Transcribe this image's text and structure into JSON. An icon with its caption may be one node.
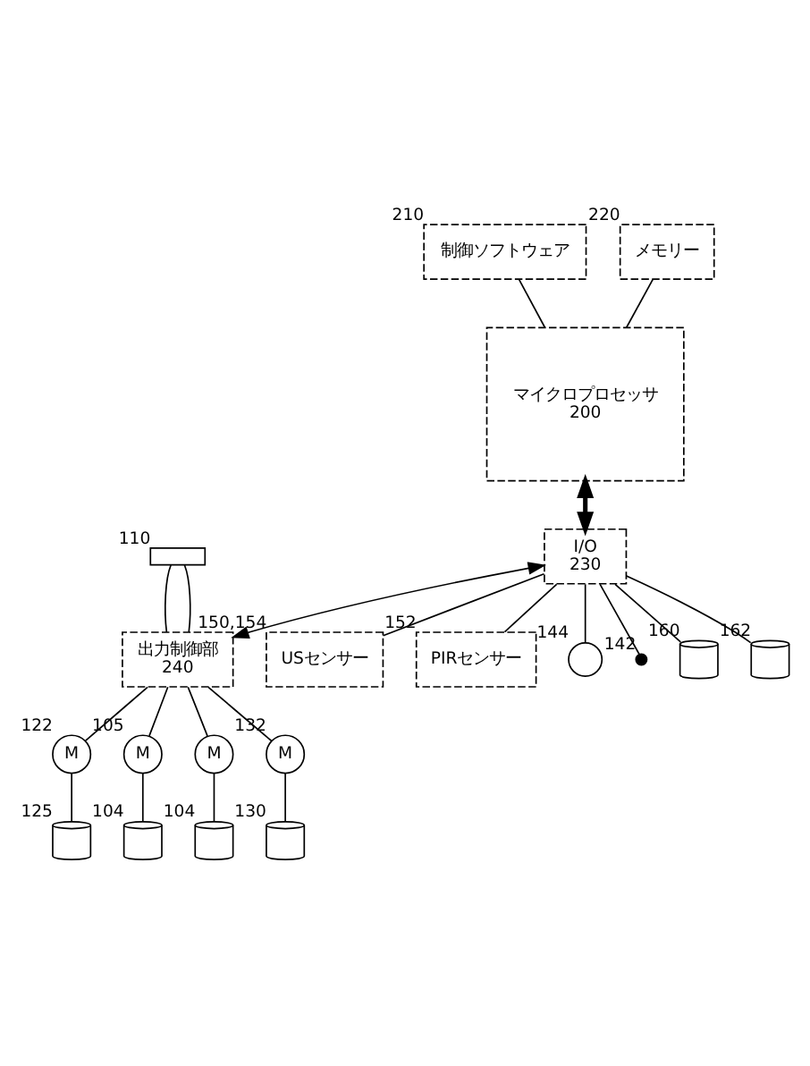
{
  "diagram": {
    "nodes": [
      {
        "text": [
          "制御ソフトウェア"
        ],
        "beside": [
          "210"
        ]
      },
      {
        "text": [
          "メモリー"
        ],
        "beside": [
          "220"
        ]
      },
      {
        "text": [
          "マイクロプロセッサ",
          "200"
        ]
      },
      {
        "text": [
          "I/O",
          "230"
        ]
      },
      {
        "text": [
          "出力制御部",
          "240"
        ]
      },
      {
        "text": [],
        "shape": "battery",
        "beside": [
          "110"
        ]
      },
      {
        "text": [
          "USセンサー"
        ],
        "beside": [
          "150,154"
        ]
      },
      {
        "text": [
          "PIRセンサー"
        ],
        "beside": [
          "152"
        ]
      },
      {
        "text": [],
        "shape": "circle",
        "beside": [
          "144"
        ]
      },
      {
        "text": [],
        "shape": "switch",
        "beside": [
          "142"
        ]
      },
      {
        "text": [],
        "shape": "picture",
        "beside": [
          "160"
        ]
      },
      {
        "text": [],
        "shape": "picture",
        "beside": [
          "162"
        ]
      },
      {
        "text": [
          "M"
        ],
        "beside": [
          "122"
        ]
      },
      {
        "text": [
          "M"
        ],
        "beside": [
          "105"
        ]
      },
      {
        "text": [
          "M"
        ]
      },
      {
        "text": [
          "M"
        ],
        "beside": [
          "132"
        ]
      },
      {
        "text": [],
        "shape": "picture",
        "beside": [
          "125"
        ]
      },
      {
        "text": [],
        "shape": "picture",
        "beside": [
          "104"
        ]
      },
      {
        "text": [],
        "shape": "picture",
        "beside": [
          "104"
        ]
      },
      {
        "text": [],
        "shape": "picture",
        "beside": [
          "130"
        ]
      }
    ],
    "edges": [
      {
        "from": 0,
        "to": 2,
        "arrow": "none"
      },
      {
        "from": 1,
        "to": 2,
        "arrow": "none"
      },
      {
        "from": 2,
        "to": 3,
        "arrow": "both",
        "style": "thick"
      },
      {
        "from": 3,
        "to": 4,
        "arrow": "both"
      },
      {
        "from": 5,
        "to": 4,
        "arrow": "none"
      },
      {
        "from": 5,
        "to": 4,
        "arrow": "none"
      },
      {
        "from": 3,
        "to": 8,
        "arrow": "none"
      },
      {
        "from": 3,
        "to": 9,
        "arrow": "none"
      },
      {
        "from": 3,
        "to": 10,
        "arrow": "none"
      },
      {
        "from": 3,
        "to": 11,
        "arrow": "none"
      },
      {
        "from": 3,
        "to": 7,
        "arrow": "none"
      },
      {
        "from": 3,
        "to": 6,
        "arrow": "none"
      },
      {
        "from": 4,
        "to": 12,
        "arrow": "none"
      },
      {
        "from": 4,
        "to": 13,
        "arrow": "none"
      },
      {
        "from": 4,
        "to": 14,
        "arrow": "none"
      },
      {
        "from": 4,
        "to": 15,
        "arrow": "none"
      },
      {
        "from": 12,
        "to": 16,
        "arrow": "none"
      },
      {
        "from": 13,
        "to": 17,
        "arrow": "none"
      },
      {
        "from": 14,
        "to": 18,
        "arrow": "none"
      },
      {
        "from": 15,
        "to": 19,
        "arrow": "none"
      }
    ]
  }
}
